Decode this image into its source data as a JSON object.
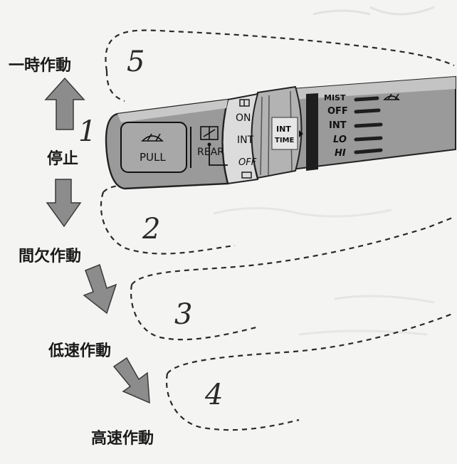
{
  "labels": {
    "temporary": "一時作動",
    "stop": "停止",
    "intermittent": "間欠作動",
    "low": "低速作動",
    "high": "高速作動"
  },
  "positions": [
    "1",
    "2",
    "3",
    "4",
    "5"
  ],
  "lever": {
    "pull": "PULL",
    "rear": "REAR",
    "rear_on": "ON",
    "rear_int": "INT",
    "rear_off": "OFF",
    "int_time_1": "INT",
    "int_time_2": "TIME",
    "front_modes": [
      "MIST",
      "OFF",
      "INT",
      "LO",
      "HI"
    ]
  },
  "colors": {
    "lever_body": "#9a9a9a",
    "lever_dark": "#1e1e1e",
    "arrow_gray": "#8c8c8c",
    "ink": "#222222"
  }
}
